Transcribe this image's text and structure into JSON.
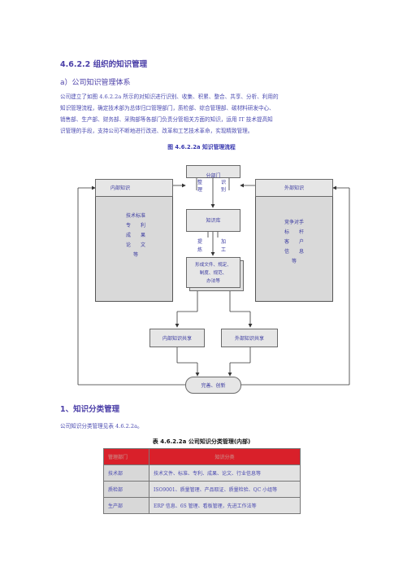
{
  "section": {
    "title": "4.6.2.2 组织的知识管理",
    "subtitle": "a）公司知识管理体系",
    "paragraph_lines": [
      "公司建立了如图 4.6.2.2a 所示的对知识进行识别、收集、积累、整合、共享、分析、利用的",
      "知识管理流程，确定技术部为总体归口管理部门，质检部、综合管理部、碳材料研发中心、",
      "销售部、生产部、财务部、采购部等各部门负责分管相关方面的知识，运用 IT 技术提高知",
      "识管理的手段，支持公司不断地进行改进、改革和工艺技术革命，实现精致管理。"
    ],
    "figure_caption": "图 4.6.2.2a 知识管理流程"
  },
  "diagram": {
    "internal_title": "内部知识",
    "internal_items": [
      "技术标准",
      "专　　利",
      "成　　果",
      "论　　文",
      "等"
    ],
    "external_title": "外部知识",
    "external_items": [
      "竞争对手",
      "标　　杆",
      "客　　户",
      "信　　息",
      "等"
    ],
    "departments": "分部门",
    "collect_left": [
      "整",
      "理"
    ],
    "collect_right": [
      "识",
      "别"
    ],
    "knowledge_base": "知识库",
    "extract_left": [
      "提",
      "炼"
    ],
    "extract_right": [
      "加",
      "工"
    ],
    "formed_docs": [
      "形成文件、规定、",
      "制度、规范、",
      "办法等"
    ],
    "internal_share": "内部知识共享",
    "external_share": "外部知识共享",
    "improve": "完善、创新"
  },
  "classification": {
    "title": "1、知识分类管理",
    "text": "公司知识分类管理见表 4.6.2.2a。",
    "table_caption": "表 4.6.2.2a 公司知识分类管理(内部)",
    "headers": [
      "管理部门",
      "知识分类"
    ],
    "rows": [
      [
        "技术部",
        "技术文件、标准、专利、成果、论文、行业信息等"
      ],
      [
        "质检部",
        "ISO9001、质量管理、产品取证、质量检验、QC 小组等"
      ],
      [
        "生产部",
        "ERP 信息、6S 管理、看板管理，先进工作法等"
      ]
    ]
  }
}
